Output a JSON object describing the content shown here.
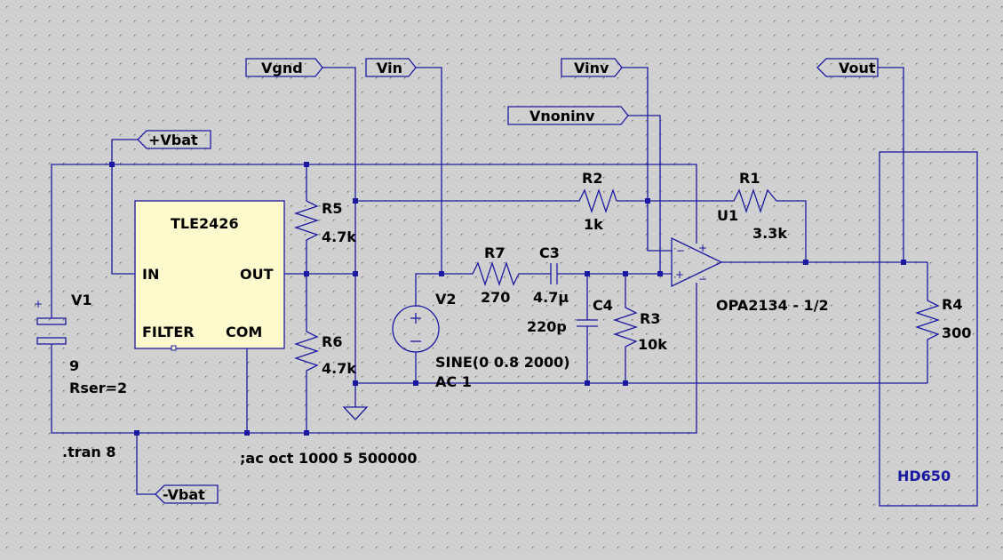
{
  "net_labels": {
    "vgnd": "Vgnd",
    "vin": "Vin",
    "vinv": "Vinv",
    "vout": "Vout",
    "vnoninv": "Vnoninv",
    "vbat_pos": "+Vbat",
    "vbat_neg": "-Vbat"
  },
  "ic_tle": {
    "name": "TLE2426",
    "pin_in": "IN",
    "pin_out": "OUT",
    "pin_filter": "FILTER",
    "pin_com": "COM"
  },
  "components": {
    "r1": {
      "ref": "R1",
      "value": "3.3k"
    },
    "r2": {
      "ref": "R2",
      "value": "1k"
    },
    "r3": {
      "ref": "R3",
      "value": "10k"
    },
    "r4": {
      "ref": "R4",
      "value": "300"
    },
    "r5": {
      "ref": "R5",
      "value": "4.7k"
    },
    "r6": {
      "ref": "R6",
      "value": "4.7k"
    },
    "r7": {
      "ref": "R7",
      "value": "270"
    },
    "c3": {
      "ref": "C3",
      "value": "4.7µ"
    },
    "c4": {
      "ref": "C4",
      "value": "220p"
    },
    "v1": {
      "ref": "V1",
      "value": "9",
      "extra": "Rser=2"
    },
    "v2": {
      "ref": "V2",
      "value": "SINE(0 0.8 2000)",
      "extra": "AC 1"
    },
    "u1": {
      "ref": "U1",
      "value": "OPA2134 - 1/2"
    }
  },
  "load_box": {
    "label": "HD650"
  },
  "directives": {
    "tran": ".tran 8",
    "ac": ";ac oct 1000 5 500000"
  }
}
